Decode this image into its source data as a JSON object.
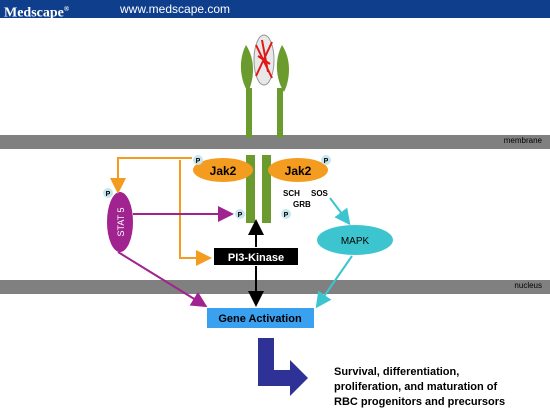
{
  "header": {
    "logo": "Medscape",
    "logo_mark": "®",
    "url": "www.medscape.com"
  },
  "labels": {
    "membrane": "membrane",
    "nucleus": "nucleus",
    "jak2": "Jak2",
    "phospho": "P",
    "stat5": "STAT 5",
    "sch": "SCH",
    "grb": "GRB",
    "sos": "SOS",
    "mapk": "MAPK",
    "pi3k": "PI3-Kinase",
    "gene_activation": "Gene Activation"
  },
  "outcome": {
    "lines": [
      "Survival, differentiation,",
      "proliferation, and maturation of",
      "RBC progenitors and precursors"
    ]
  },
  "colors": {
    "header_bg": "#0f3f8c",
    "receptor_green": "#6b9b2f",
    "jak2_orange": "#f39c1f",
    "stat5_purple": "#a0238f",
    "mapk_teal": "#3dc5cf",
    "gene_blue": "#3aa0f0",
    "outcome_arrow": "#2e3296",
    "membrane_gray": "#808080"
  }
}
